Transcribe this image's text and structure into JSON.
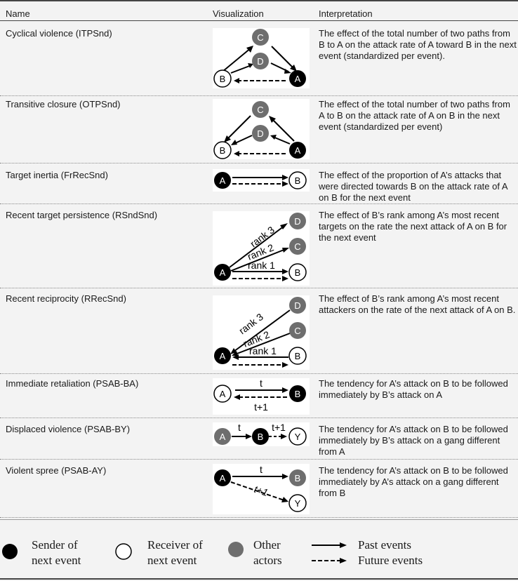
{
  "header": {
    "name": "Name",
    "visualization": "Visualization",
    "interpretation": "Interpretation"
  },
  "rows": [
    {
      "name": "Cyclical violence (ITPSnd)",
      "interpretation": "The effect of the total number of two paths from B to A on the attack rate of A toward B in the next event (standardized per event)."
    },
    {
      "name": "Transitive closure (OTPSnd)",
      "interpretation": "The effect of the total number of two paths from A to B on the attack rate of A on B in the next event (standardized per event)"
    },
    {
      "name": "Target inertia (FrRecSnd)",
      "interpretation": "The effect of the proportion of A’s attacks that were directed towards B on the attack rate of A on B for the next event"
    },
    {
      "name": "Recent target persistence (RSndSnd)",
      "interpretation": "The effect of B’s rank among A’s most recent targets on the rate the next attack of A on B for the next event"
    },
    {
      "name": "Recent reciprocity (RRecSnd)",
      "interpretation": "The effect of B’s rank among A’s most recent attackers on the rate of the next attack of A on B."
    },
    {
      "name": "Immediate retaliation (PSAB-BA)",
      "interpretation": "The tendency for A’s attack on B to be followed immediately by B’s attack on A"
    },
    {
      "name": "Displaced violence (PSAB-BY)",
      "interpretation": "The tendency for A’s attack on B to be followed immediately by B’s attack on a gang different from A"
    },
    {
      "name": "Violent spree (PSAB-AY)",
      "interpretation": "The tendency for A’s attack on B to be followed immediately by A’s attack on a gang different from B"
    }
  ],
  "viz_labels": {
    "A": "A",
    "B": "B",
    "C": "C",
    "D": "D",
    "Y": "Y",
    "rank1": "rank 1",
    "rank2": "rank 2",
    "rank3": "rank 3",
    "t": "t",
    "t1": "t+1"
  },
  "legend": {
    "sender_1": "Sender of",
    "sender_2": "next event",
    "receiver_1": "Receiver of",
    "receiver_2": "next event",
    "other_1": "Other",
    "other_2": "actors",
    "past": "Past events",
    "future": "Future events"
  },
  "colors": {
    "sender": "#000000",
    "receiver": "#ffffff",
    "other": "#6e6e6e",
    "background": "#f3f3f3"
  }
}
